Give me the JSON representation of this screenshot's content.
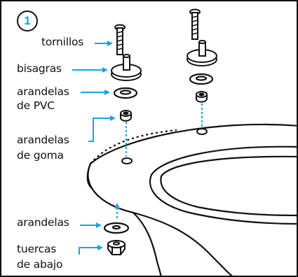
{
  "step_number": "1",
  "colors": {
    "accent": "#1aa3d9",
    "line": "#111111",
    "background": "#ffffff"
  },
  "labels": {
    "tornillos": "tornillos",
    "bisagras": "bisagras",
    "arandelas_pvc_line1": "arandelas",
    "arandelas_pvc_line2": "de PVC",
    "arandelas_goma_line1": "arandelas",
    "arandelas_goma_line2": "de goma",
    "arandelas": "arandelas",
    "tuercas_line1": "tuercas",
    "tuercas_line2": "de abajo"
  }
}
